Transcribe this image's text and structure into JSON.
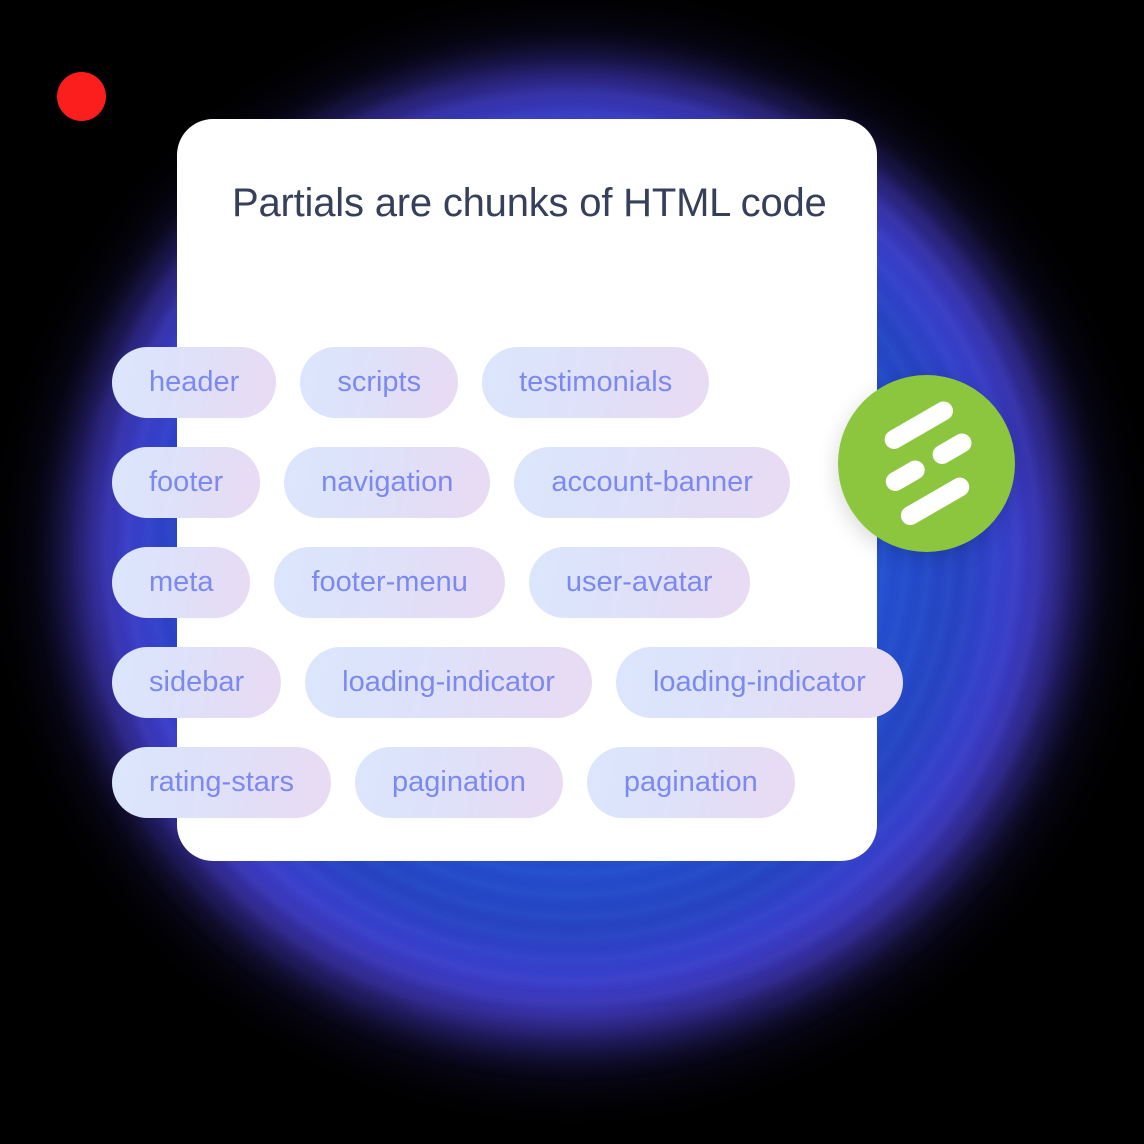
{
  "card": {
    "title": "Partials are chunks of HTML code"
  },
  "pill_rows": [
    {
      "pills": [
        "header",
        "scripts",
        "testimonials"
      ]
    },
    {
      "pills": [
        "footer",
        "navigation",
        "account-banner"
      ]
    },
    {
      "pills": [
        "meta",
        "footer-menu",
        "user-avatar"
      ]
    },
    {
      "pills": [
        "sidebar",
        "loading-indicator",
        "loading-indicator"
      ]
    },
    {
      "pills": [
        "rating-stars",
        "pagination",
        "pagination"
      ]
    }
  ],
  "badge": {
    "icon": "wpengine-flow-logo-icon",
    "color": "#8cc63f"
  },
  "decorations": {
    "red_dot": {
      "icon": "red-dot-marker-icon",
      "color": "#fc1d1d"
    },
    "glow": {
      "color_outer": "#5b4bff",
      "color_mid": "#2b3fc0",
      "color_inner": "#2e6be6"
    }
  },
  "colors": {
    "card_background": "#ffffff",
    "title_text": "#36405a",
    "pill_text": "#7b8af0",
    "pill_gradient_start": "#dbe6fc",
    "pill_gradient_end": "#e8dcf3",
    "page_background": "#000000"
  }
}
